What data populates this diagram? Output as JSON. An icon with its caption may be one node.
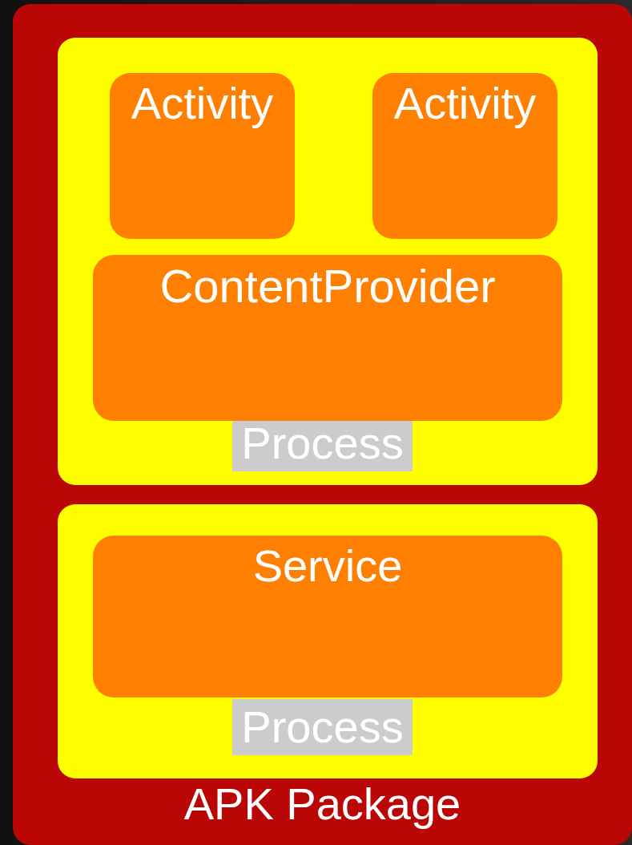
{
  "diagram": {
    "nodes": [
      {
        "text": [
          "APK Package"
        ]
      },
      {
        "text": [
          "Process"
        ],
        "in": 0
      },
      {
        "text": [
          "Activity"
        ],
        "in": 1
      },
      {
        "text": [
          "Activity"
        ],
        "in": 1
      },
      {
        "text": [
          "ContentProvider"
        ],
        "in": 1
      },
      {
        "text": [
          "Process"
        ],
        "in": 0
      },
      {
        "text": [
          "Service"
        ],
        "in": 5
      }
    ]
  }
}
